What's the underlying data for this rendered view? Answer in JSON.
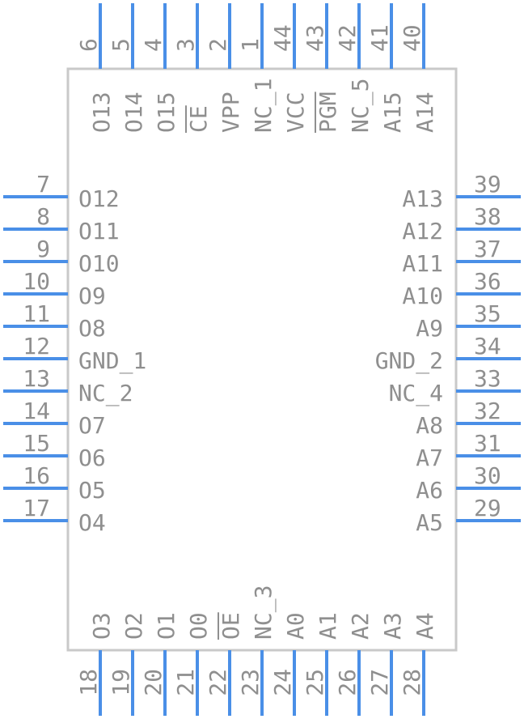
{
  "component": {
    "pins": {
      "left": [
        {
          "num": "7",
          "name": "O12"
        },
        {
          "num": "8",
          "name": "O11"
        },
        {
          "num": "9",
          "name": "O10"
        },
        {
          "num": "10",
          "name": "O9"
        },
        {
          "num": "11",
          "name": "O8"
        },
        {
          "num": "12",
          "name": "GND_1"
        },
        {
          "num": "13",
          "name": "NC_2"
        },
        {
          "num": "14",
          "name": "O7"
        },
        {
          "num": "15",
          "name": "O6"
        },
        {
          "num": "16",
          "name": "O5"
        },
        {
          "num": "17",
          "name": "O4"
        }
      ],
      "right": [
        {
          "num": "39",
          "name": "A13"
        },
        {
          "num": "38",
          "name": "A12"
        },
        {
          "num": "37",
          "name": "A11"
        },
        {
          "num": "36",
          "name": "A10"
        },
        {
          "num": "35",
          "name": "A9"
        },
        {
          "num": "34",
          "name": "GND_2"
        },
        {
          "num": "33",
          "name": "NC_4"
        },
        {
          "num": "32",
          "name": "A8"
        },
        {
          "num": "31",
          "name": "A7"
        },
        {
          "num": "30",
          "name": "A6"
        },
        {
          "num": "29",
          "name": "A5"
        }
      ],
      "top": [
        {
          "num": "6",
          "name": "O13"
        },
        {
          "num": "5",
          "name": "O14"
        },
        {
          "num": "4",
          "name": "O15"
        },
        {
          "num": "3",
          "name": "CE",
          "overbar": true
        },
        {
          "num": "2",
          "name": "VPP"
        },
        {
          "num": "1",
          "name": "NC_1"
        },
        {
          "num": "44",
          "name": "VCC"
        },
        {
          "num": "43",
          "name": "PGM",
          "overbar": true
        },
        {
          "num": "42",
          "name": "NC_5"
        },
        {
          "num": "41",
          "name": "A15"
        },
        {
          "num": "40",
          "name": "A14"
        }
      ],
      "bottom": [
        {
          "num": "18",
          "name": "O3"
        },
        {
          "num": "19",
          "name": "O2"
        },
        {
          "num": "20",
          "name": "O1"
        },
        {
          "num": "21",
          "name": "O0"
        },
        {
          "num": "22",
          "name": "OE",
          "overbar": true
        },
        {
          "num": "23",
          "name": "NC_3"
        },
        {
          "num": "24",
          "name": "A0"
        },
        {
          "num": "25",
          "name": "A1"
        },
        {
          "num": "26",
          "name": "A2"
        },
        {
          "num": "27",
          "name": "A3"
        },
        {
          "num": "28",
          "name": "A4"
        }
      ]
    }
  }
}
